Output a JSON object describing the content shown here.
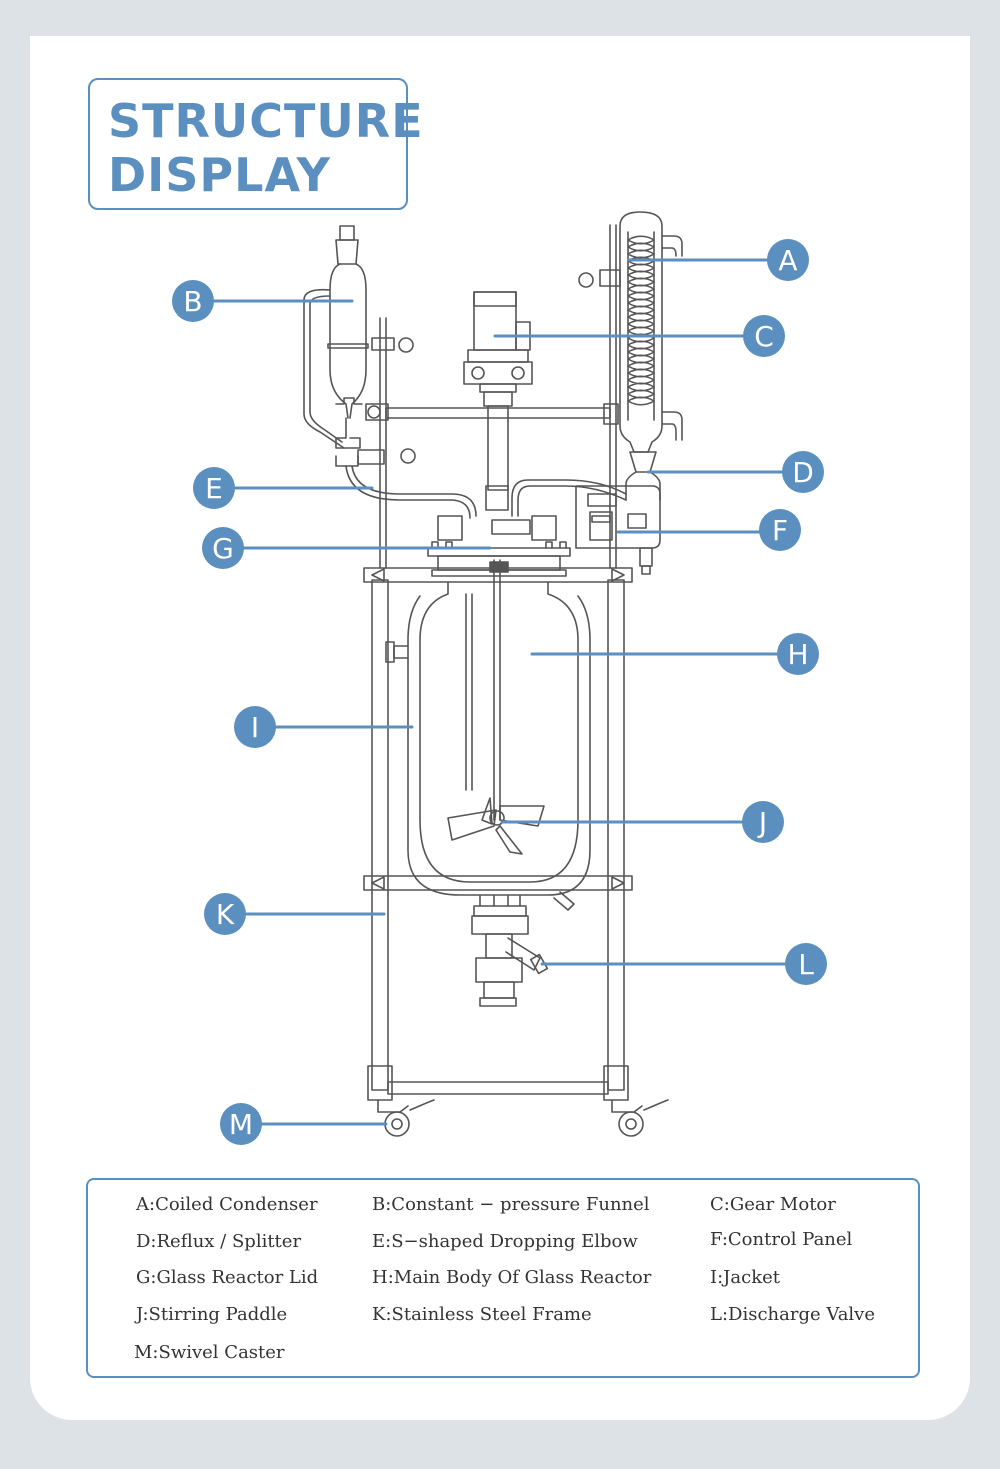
{
  "title": {
    "line1": "STRUCTURE",
    "line2": "DISPLAY"
  },
  "colors": {
    "accent": "#5a8fbf",
    "line": "#555555",
    "background": "#dde2e6",
    "card": "#ffffff"
  },
  "callouts": {
    "A": "A",
    "B": "B",
    "C": "C",
    "D": "D",
    "E": "E",
    "F": "F",
    "G": "G",
    "H": "H",
    "I": "I",
    "J": "J",
    "K": "K",
    "L": "L",
    "M": "M"
  },
  "legend": [
    {
      "id": "A",
      "text": "A:Coiled Condenser"
    },
    {
      "id": "B",
      "text": "B:Constant − pressure Funnel"
    },
    {
      "id": "C",
      "text": "C:Gear Motor"
    },
    {
      "id": "D",
      "text": "D:Reflux / Splitter"
    },
    {
      "id": "E",
      "text": "E:S−shaped Dropping Elbow"
    },
    {
      "id": "F",
      "text": "F:Control Panel"
    },
    {
      "id": "G",
      "text": "G:Glass Reactor Lid"
    },
    {
      "id": "H",
      "text": "H:Main Body Of Glass Reactor"
    },
    {
      "id": "I",
      "text": "I:Jacket"
    },
    {
      "id": "J",
      "text": "J:Stirring Paddle"
    },
    {
      "id": "K",
      "text": "K:Stainless Steel Frame"
    },
    {
      "id": "L",
      "text": "L:Discharge Valve"
    },
    {
      "id": "M",
      "text": "M:Swivel Caster"
    }
  ]
}
